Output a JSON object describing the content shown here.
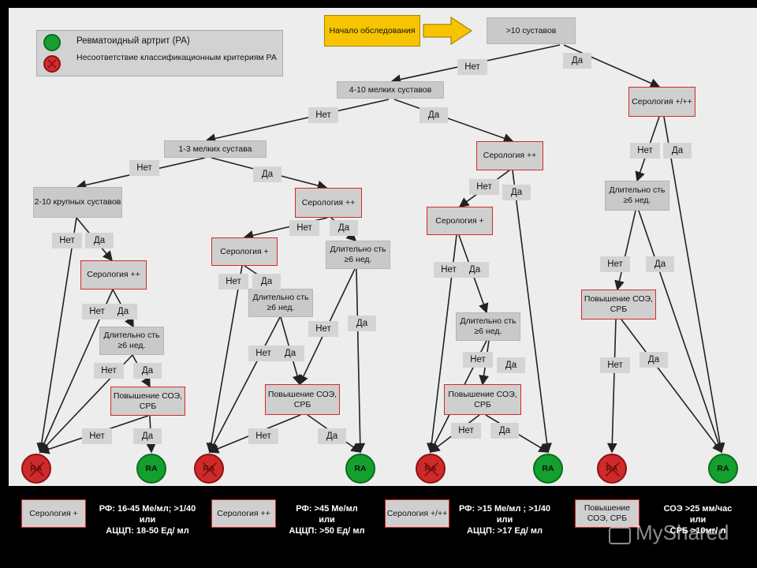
{
  "legend": {
    "ra": "Ревматоидный артрит (РА)",
    "not_ra": "Несоответствие классификационным критериям РА"
  },
  "nodes": {
    "start": "Начало обследования",
    "gt10": ">10 суставов",
    "small4_10": "4-10 мелких суставов",
    "ser_top": "Серология +/++",
    "small1_3": "1-3 мелких сустава",
    "ser_mid": "Серология ++",
    "large2_10": "2-10 крупных суставов",
    "ser_b1": "Серология ++",
    "ser_b3": "Серология ++",
    "ser_c2": "Серология +",
    "ser_e": "Серология +",
    "dur_a": "Длительно сть ≥6 нед.",
    "dur_b": "Длительно сть ≥6 нед.",
    "dur_c": "Длительно сть ≥6 нед.",
    "dur_e": "Длительно сть ≥6 нед.",
    "dur_f": "Длительно сть ≥6 нед.",
    "esr_a": "Повышение СОЭ, СРБ",
    "esr_c": "Повышение СОЭ, СРБ",
    "esr_e": "Повышение СОЭ, СРБ",
    "esr_f": "Повышение СОЭ, СРБ"
  },
  "labels": {
    "no": "Нет",
    "yes": "Да"
  },
  "outcomes": {
    "ra": "RA",
    "not_ra": "RA"
  },
  "footer": [
    {
      "box": "Серология +",
      "text": "РФ: 16-45 Ме/мл; >1/40\nили\nАЦЦП: 18-50 Ед/ мл"
    },
    {
      "box": "Серология ++",
      "text": "РФ: >45 Ме/мл\nили\nАЦЦП: >50 Ед/ мл"
    },
    {
      "box": "Серология +/++",
      "text": "РФ: >15 Ме/мл ; >1/40\nили\nАЦЦП: >17 Ед/ мл"
    },
    {
      "box": "Повышение СОЭ, СРБ",
      "text": "СОЭ >25 мм/час\nили\nСРБ >10мг/ л"
    }
  ],
  "watermark": "MyShared",
  "colors": {
    "background": "#000000",
    "panel": "#ededed",
    "box": "#c9c9c9",
    "red_border": "#d42a2a",
    "start": "#f6c400",
    "ra_green": "#14a02e",
    "not_ra_red": "#cf2a2a",
    "line": "#222222"
  }
}
